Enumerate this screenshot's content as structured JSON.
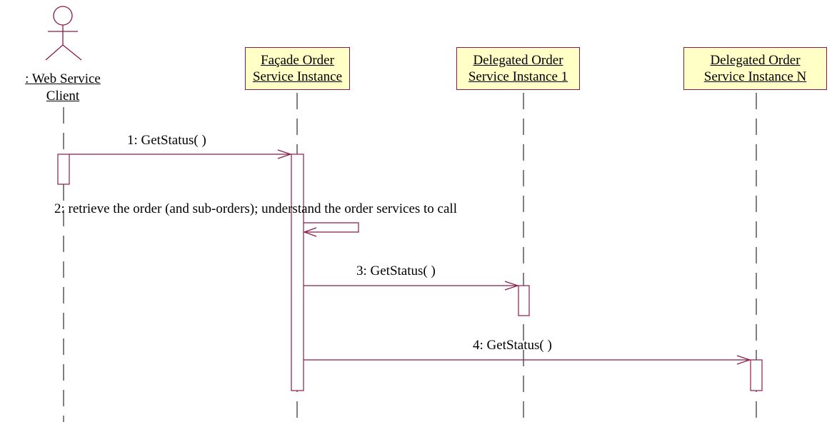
{
  "colors": {
    "lines": "#8b1a4a",
    "box_fill": "#ffffc6",
    "lifeline": "#000000",
    "text": "#000000"
  },
  "participants": {
    "client": {
      "kind": "actor",
      "line1": ": Web Service",
      "line2": "Client",
      "icon": "stick-figure-actor"
    },
    "facade": {
      "line1": "Façade Order",
      "line2": "Service Instance"
    },
    "delegated1": {
      "line1": "Delegated Order",
      "line2": "Service Instance 1"
    },
    "delegatedN": {
      "line1": "Delegated Order",
      "line2": "Service Instance N"
    }
  },
  "messages": [
    {
      "label": "1: GetStatus( )",
      "from": ": Web Service Client",
      "to": "Façade Order Service Instance"
    },
    {
      "label": "2: retrieve the order (and sub-orders); understand the order services to call",
      "from": "Façade Order Service Instance",
      "to": "Façade Order Service Instance"
    },
    {
      "label": "3: GetStatus( )",
      "from": "Façade Order Service Instance",
      "to": "Delegated Order Service Instance 1"
    },
    {
      "label": "4: GetStatus( )",
      "from": "Façade Order Service Instance",
      "to": "Delegated Order Service Instance N"
    }
  ]
}
